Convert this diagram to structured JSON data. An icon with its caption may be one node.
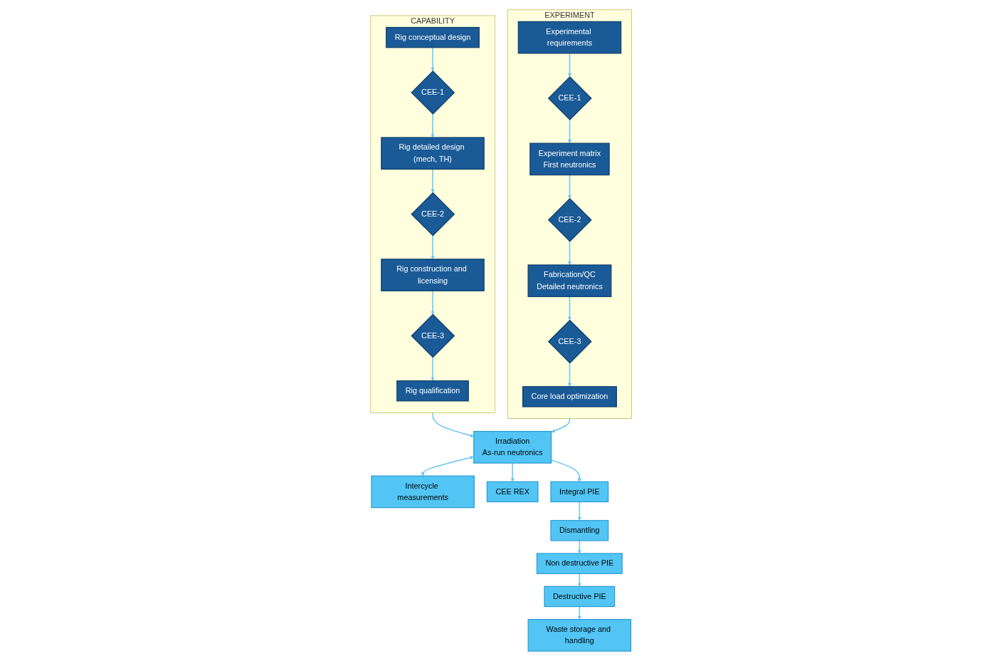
{
  "diagram": {
    "nodes": [
      {
        "text": [
          "CAPABILITY"
        ]
      },
      {
        "text": [
          "Rig conceptual design"
        ],
        "in": 0
      },
      {
        "text": [
          "CEE-1"
        ],
        "in": 0
      },
      {
        "text": [
          "Rig detailed design (mech, TH)"
        ],
        "in": 0
      },
      {
        "text": [
          "CEE-2"
        ],
        "in": 0
      },
      {
        "text": [
          "Rig construction and licensing"
        ],
        "in": 0
      },
      {
        "text": [
          "CEE-3"
        ],
        "in": 0
      },
      {
        "text": [
          "Rig qualification"
        ],
        "in": 0
      },
      {
        "text": [
          "EXPERIMENT"
        ]
      },
      {
        "text": [
          "Experimental requirements"
        ],
        "in": 8
      },
      {
        "text": [
          "CEE-1"
        ],
        "in": 8
      },
      {
        "text": [
          "Experiment matrix",
          "First neutronics"
        ],
        "in": 8
      },
      {
        "text": [
          "CEE-2"
        ],
        "in": 8
      },
      {
        "text": [
          "Fabrication/QC",
          "Detailed neutronics"
        ],
        "in": 8
      },
      {
        "text": [
          "CEE-3"
        ],
        "in": 8
      },
      {
        "text": [
          "Core load optimization"
        ],
        "in": 8
      },
      {
        "text": [
          "Irradiation",
          "As-run neutronics"
        ]
      },
      {
        "text": [
          "Intercycle measurements"
        ]
      },
      {
        "text": [
          "CEE REX"
        ]
      },
      {
        "text": [
          "Integral PIE"
        ]
      },
      {
        "text": [
          "Dismantling"
        ]
      },
      {
        "text": [
          "Non destructive PIE"
        ]
      },
      {
        "text": [
          "Destructive PIE"
        ]
      },
      {
        "text": [
          "Waste storage and handling"
        ]
      }
    ],
    "edges": [
      {
        "from": 1,
        "to": 2,
        "arrow": "to"
      },
      {
        "from": 2,
        "to": 3,
        "arrow": "to"
      },
      {
        "from": 3,
        "to": 4,
        "arrow": "to"
      },
      {
        "from": 4,
        "to": 5,
        "arrow": "to"
      },
      {
        "from": 5,
        "to": 6,
        "arrow": "to"
      },
      {
        "from": 6,
        "to": 7,
        "arrow": "to"
      },
      {
        "from": 9,
        "to": 10,
        "arrow": "to"
      },
      {
        "from": 10,
        "to": 11,
        "arrow": "to"
      },
      {
        "from": 11,
        "to": 12,
        "arrow": "to"
      },
      {
        "from": 12,
        "to": 13,
        "arrow": "to"
      },
      {
        "from": 13,
        "to": 14,
        "arrow": "to"
      },
      {
        "from": 14,
        "to": 15,
        "arrow": "to"
      },
      {
        "from": 0,
        "to": 16,
        "arrow": "to"
      },
      {
        "from": 8,
        "to": 16,
        "arrow": "to"
      },
      {
        "from": 16,
        "to": 17,
        "arrow": "both"
      },
      {
        "from": 16,
        "to": 19,
        "arrow": "to"
      },
      {
        "from": 16,
        "to": 18,
        "arrow": "to"
      },
      {
        "from": 19,
        "to": 20,
        "arrow": "to"
      },
      {
        "from": 20,
        "to": 21,
        "arrow": "to"
      },
      {
        "from": 21,
        "to": 22,
        "arrow": "to"
      },
      {
        "from": 22,
        "to": 23,
        "arrow": "to"
      }
    ]
  }
}
